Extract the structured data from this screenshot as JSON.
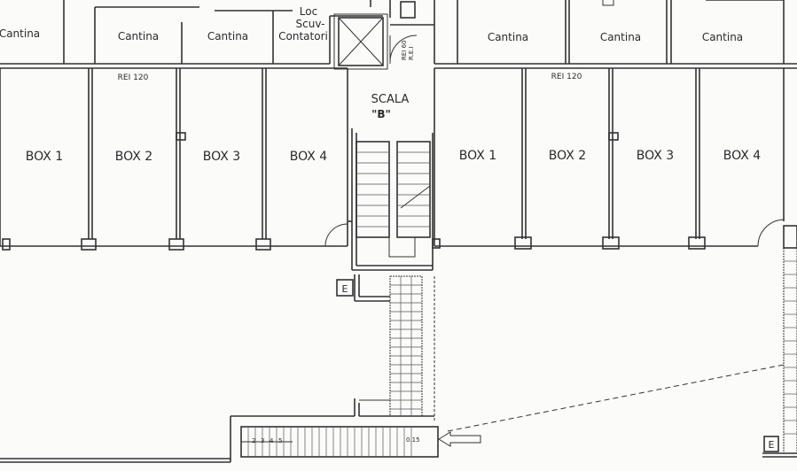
{
  "plan": {
    "cantina_labels": [
      "Cantina",
      "Cantina",
      "Cantina",
      "Cantina",
      "Cantina",
      "Cantina"
    ],
    "loc_line1": "Loc",
    "loc_line2": "Scuv-",
    "loc_line3": "Contatori",
    "rei_left": "REI 120",
    "rei_right": "REI 120",
    "rei_door_1": "REI 60",
    "rei_door_2": "R.E.I",
    "scala_line1": "SCALA",
    "scala_line2": "\"B\"",
    "box_left": [
      "BOX 1",
      "BOX 2",
      "BOX 3",
      "BOX 4"
    ],
    "box_right": [
      "BOX 1",
      "BOX 2",
      "BOX 3",
      "BOX 4"
    ],
    "exit_left": "E",
    "exit_right": "E",
    "ramp_slope": "0.15",
    "step_numbers": [
      "2",
      "3",
      "4",
      "5"
    ]
  }
}
